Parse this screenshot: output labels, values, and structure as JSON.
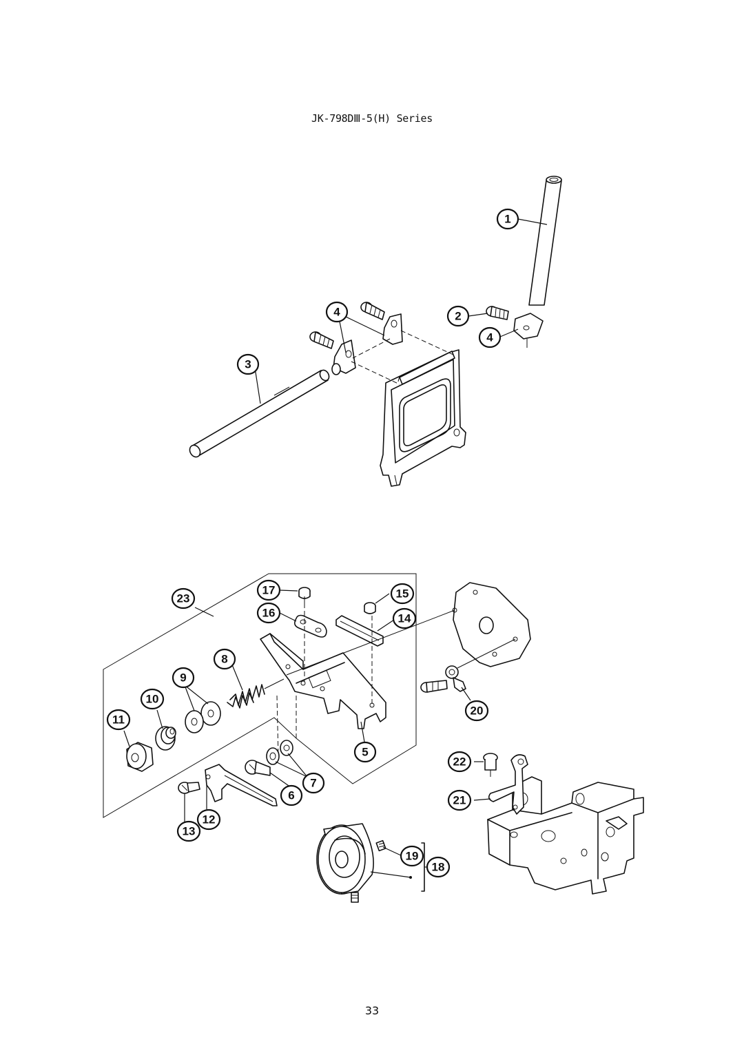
{
  "header": {
    "title": "JK-798DⅢ-5(H) Series"
  },
  "footer": {
    "page_number": "33"
  },
  "callouts": {
    "c1": "1",
    "c2": "2",
    "c3": "3",
    "c4a": "4",
    "c4b": "4",
    "c5": "5",
    "c6": "6",
    "c7": "7",
    "c8": "8",
    "c9": "9",
    "c10": "10",
    "c11": "11",
    "c12": "12",
    "c13": "13",
    "c14": "14",
    "c15": "15",
    "c16": "16",
    "c17": "17",
    "c18": "18",
    "c19": "19",
    "c20": "20",
    "c21": "21",
    "c22": "22",
    "c23": "23"
  }
}
